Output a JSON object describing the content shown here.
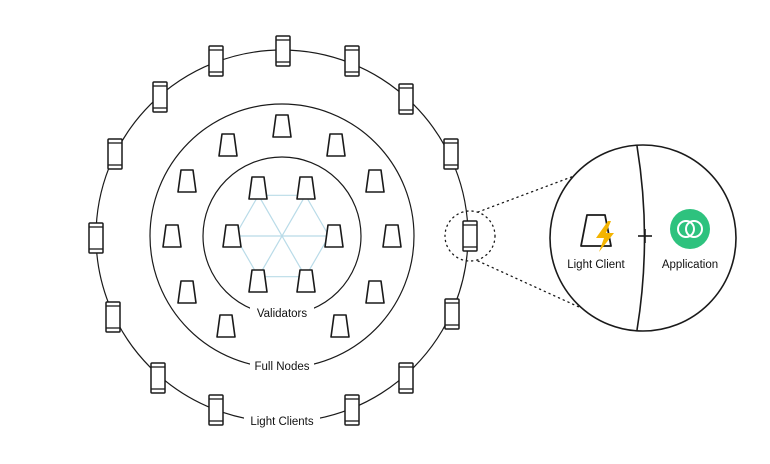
{
  "labels": {
    "validators": "Validators",
    "full_nodes": "Full Nodes",
    "light_clients": "Light Clients"
  },
  "detail": {
    "light_client_label": "Light Client",
    "application_label": "Application",
    "plus_symbol": "+"
  },
  "colors": {
    "stroke": "#1a1a1a",
    "validator_mesh": "#b9dbe8",
    "bolt": "#f4b400",
    "application_icon": "#2ec27e"
  },
  "icons": {
    "light_client": "phone-icon",
    "full_node": "node-icon",
    "validator": "validator-node-icon",
    "bolt": "lightning-bolt-icon",
    "application": "application-logo-icon"
  }
}
